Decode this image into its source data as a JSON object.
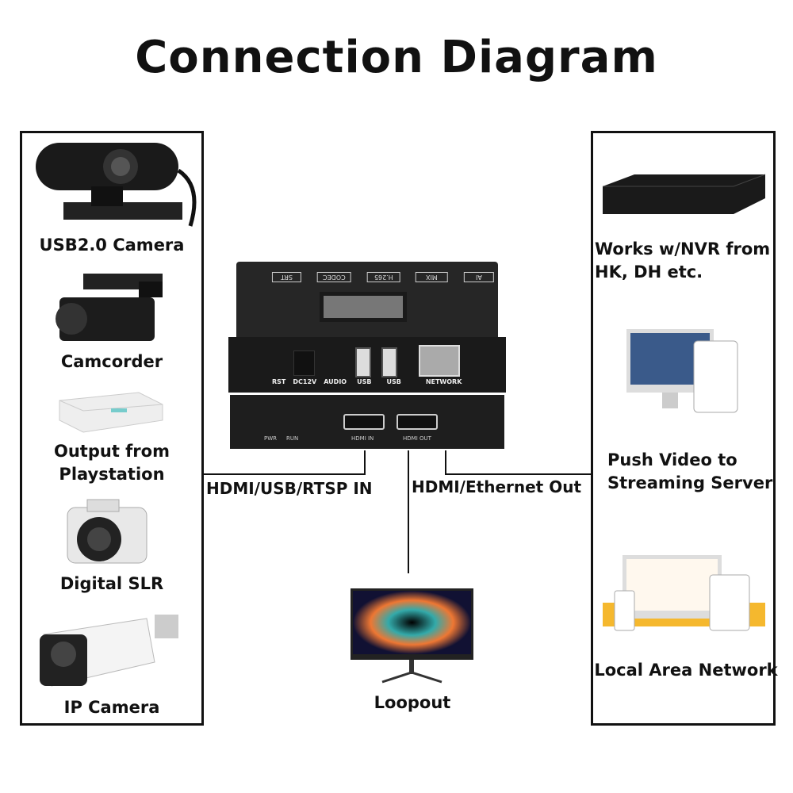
{
  "title": "Connection Diagram",
  "inputs": [
    {
      "label": "USB2.0 Camera",
      "icon": "webcam-icon"
    },
    {
      "label": "Camcorder",
      "icon": "camcorder-icon"
    },
    {
      "label": "Output from\nPlaystation",
      "icon": "console-icon"
    },
    {
      "label": "Digital SLR",
      "icon": "dslr-icon"
    },
    {
      "label": "IP Camera",
      "icon": "ip-camera-icon"
    }
  ],
  "outputs": [
    {
      "label": "Works w/NVR from\nHK, DH etc.",
      "icon": "nvr-icon"
    },
    {
      "label": "Push Video to\nStreaming Server",
      "icon": "streaming-screens-icon"
    },
    {
      "label": "Local Area Network",
      "icon": "lan-devices-icon"
    }
  ],
  "loopout": {
    "label": "Loopout",
    "icon": "monitor-icon"
  },
  "connections": {
    "in": "HDMI/USB/RTSP IN",
    "out": "HDMI/Ethernet Out"
  },
  "device": {
    "top_buttons": [
      "SRT",
      "CODEC",
      "H.265",
      "MIX",
      "AI"
    ],
    "front_ports": [
      "RST",
      "DC12V",
      "AUDIO",
      "USB",
      "USB",
      "NETWORK"
    ],
    "lower_labels": [
      "PWR",
      "RUN",
      "HDMI IN",
      "HDMI OUT"
    ]
  }
}
